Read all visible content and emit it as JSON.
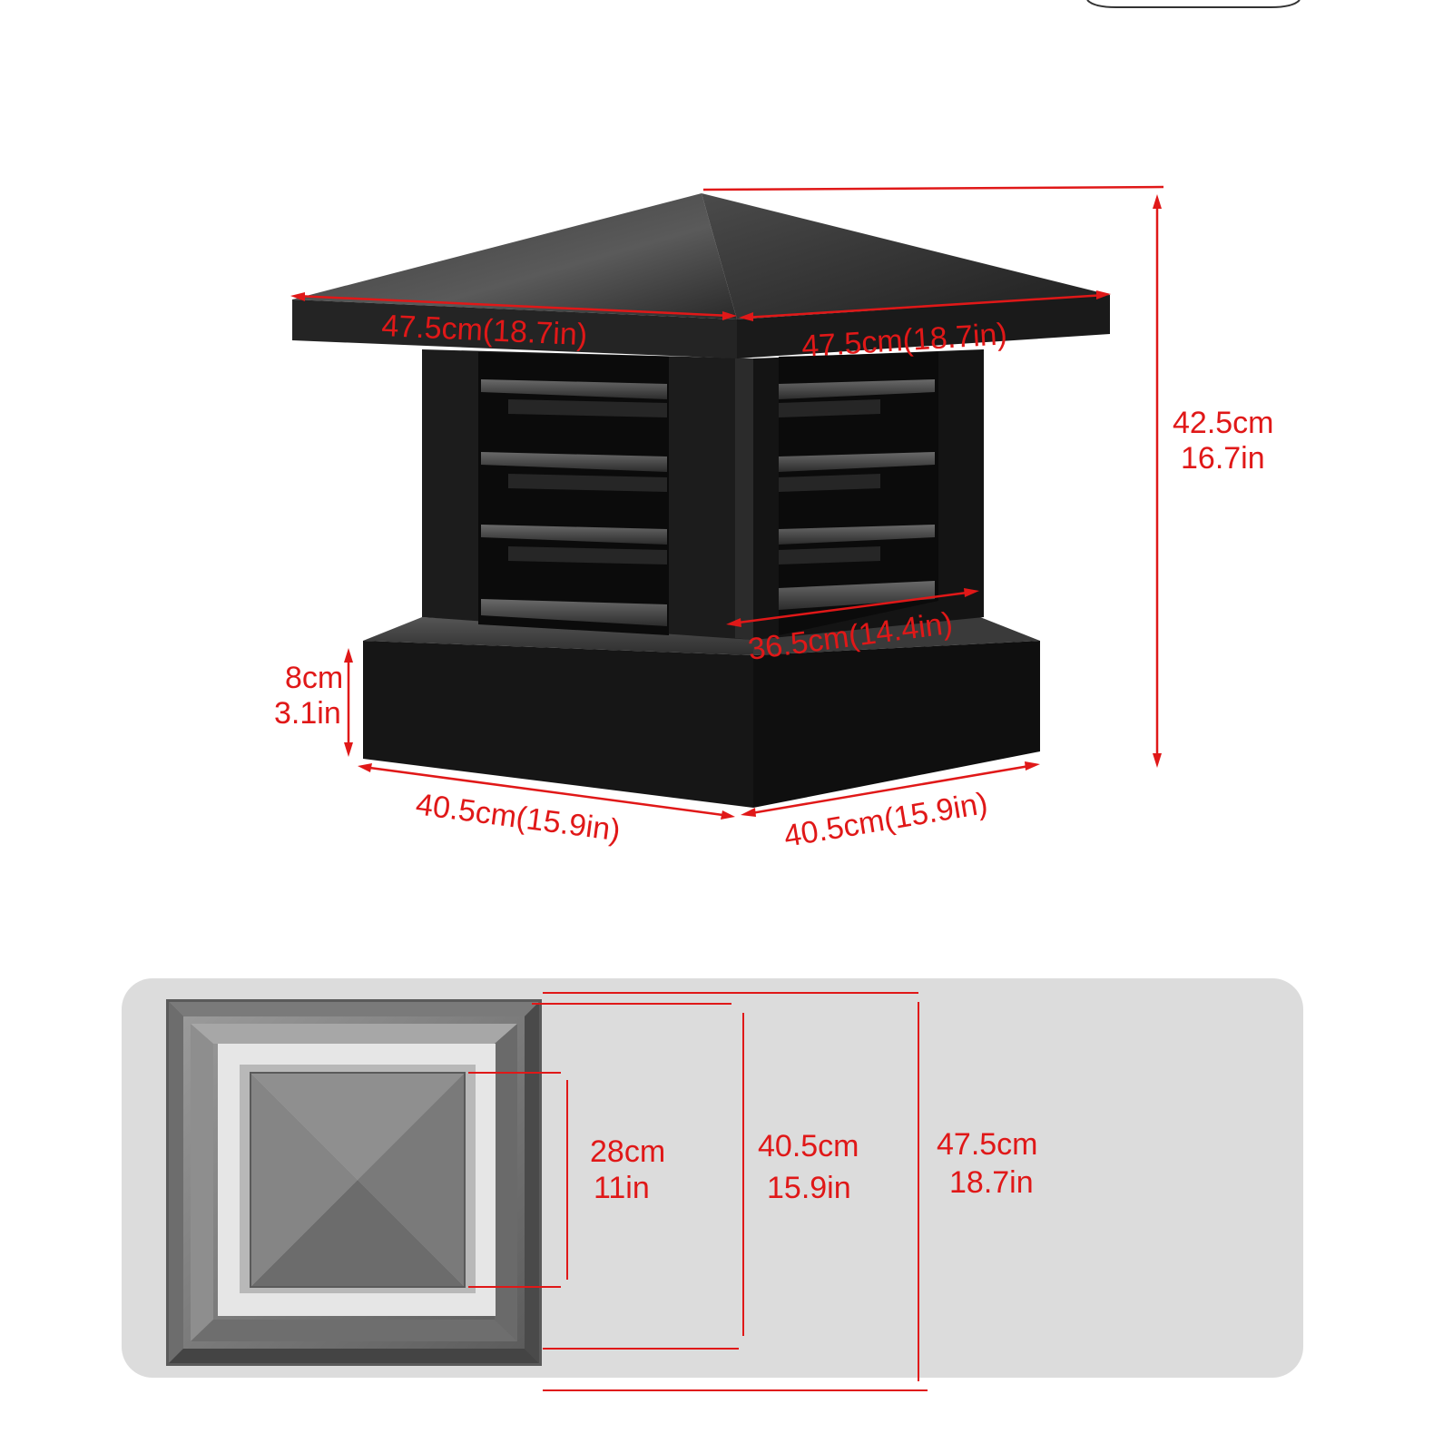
{
  "colors": {
    "dimension_red": "#e01818",
    "cupola_dark": "#1b1b1b",
    "panel_gray": "#dcdcdc"
  },
  "perspective_view": {
    "roof_left_width": "47.5cm(18.7in)",
    "roof_right_width": "47.5cm(18.7in)",
    "total_height_cm": "42.5cm",
    "total_height_in": "16.7in",
    "louver_width": "36.5cm(14.4in)",
    "base_height_cm": "8cm",
    "base_height_in": "3.1in",
    "base_left_width": "40.5cm(15.9in)",
    "base_right_width": "40.5cm(15.9in)"
  },
  "top_view": {
    "opening_cm": "28cm",
    "opening_in": "11in",
    "base_cm": "40.5cm",
    "base_in": "15.9in",
    "roof_cm": "47.5cm",
    "roof_in": "18.7in"
  }
}
